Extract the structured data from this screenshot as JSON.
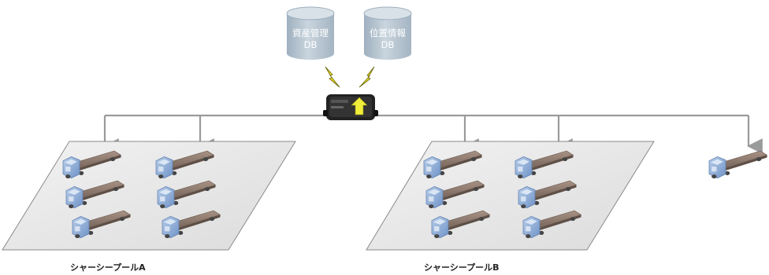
{
  "databases": [
    {
      "line1": "資産管理",
      "line2": "DB"
    },
    {
      "line1": "位置情報",
      "line2": "DB"
    }
  ],
  "pools": [
    {
      "label": "シャーシープールA"
    },
    {
      "label": "シャーシープールB"
    }
  ],
  "colors": {
    "db_body": "#b9c7d3",
    "line": "#9a9a9a",
    "pool_floor": "#e9e9e9",
    "truck_cab": "#8fb0dc",
    "truck_bed": "#8d7a70",
    "bolt": "#f5e21a",
    "device": "#222222",
    "arrow": "#f0ee3a"
  },
  "icons": [
    "database-icon",
    "lightning-icon",
    "gateway-device-icon",
    "truck-chassis-icon"
  ]
}
